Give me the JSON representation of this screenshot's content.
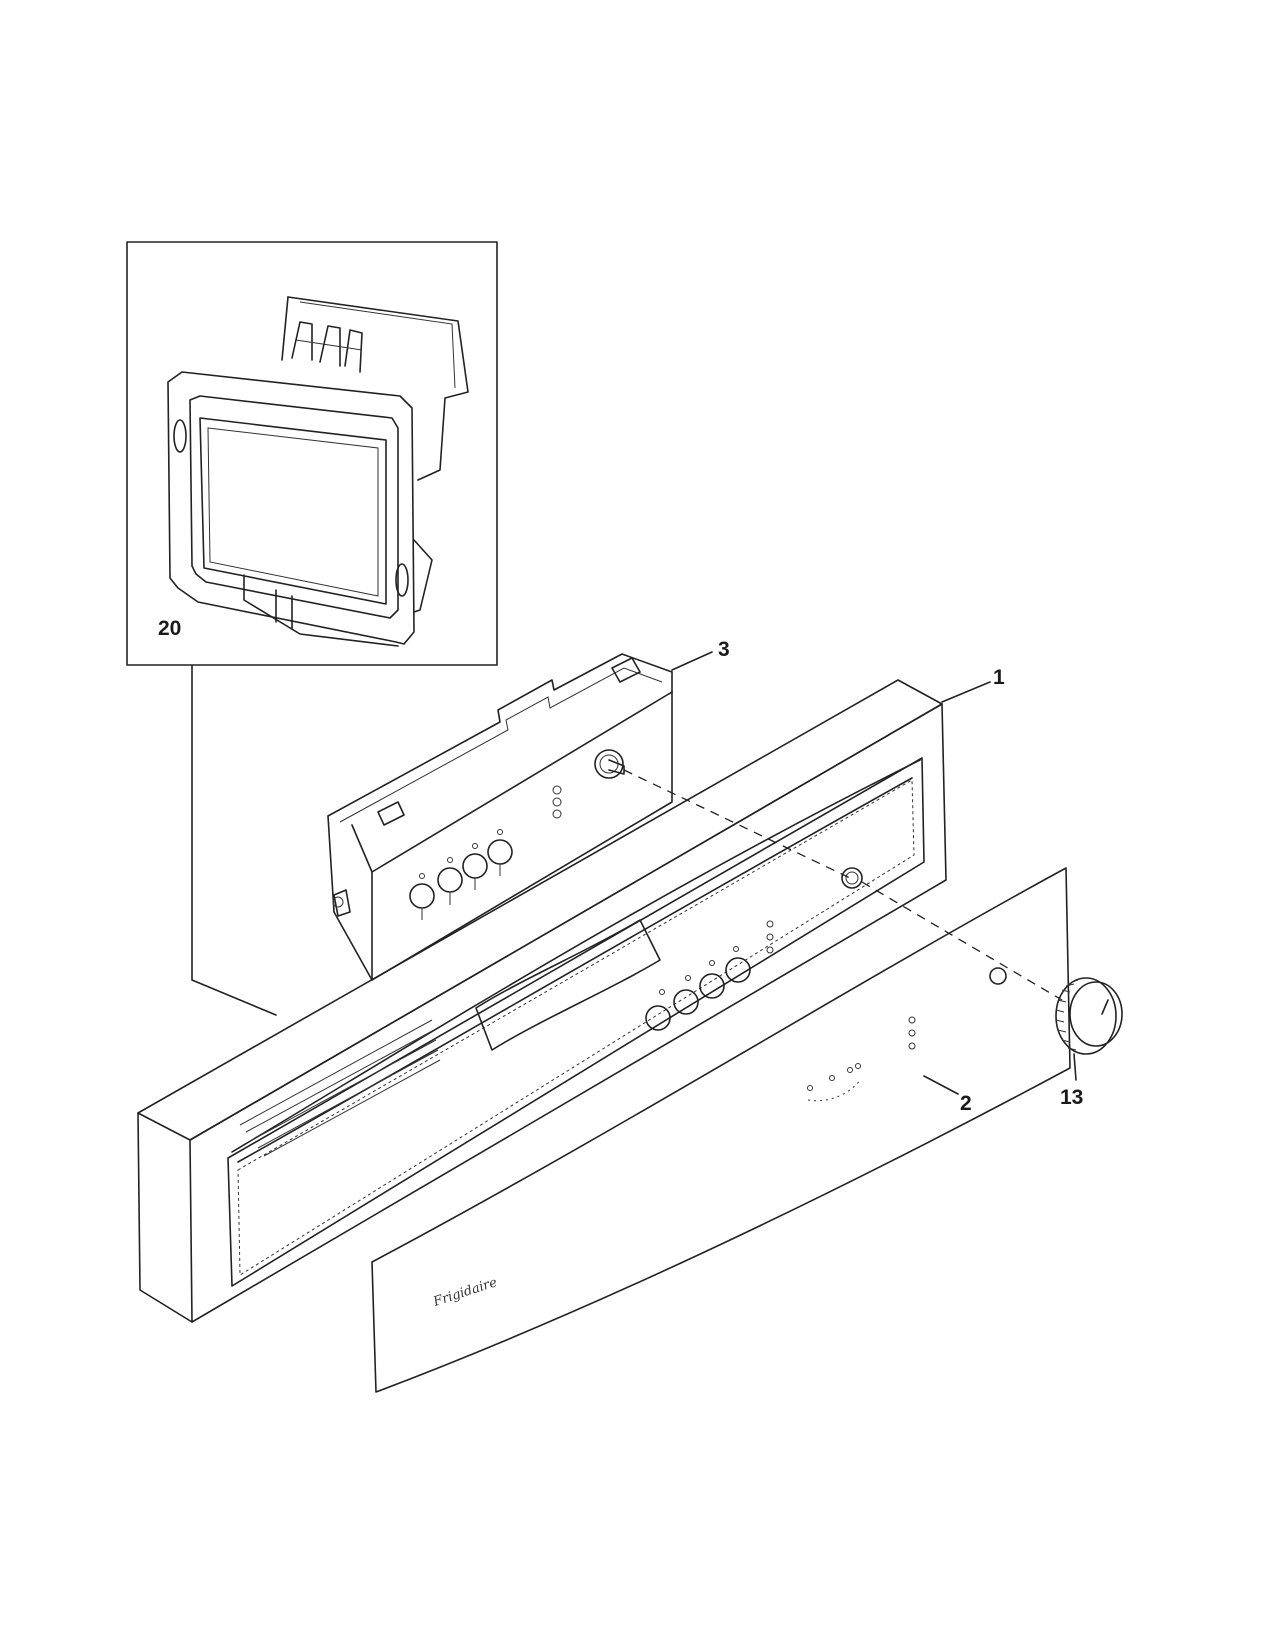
{
  "callouts": {
    "part_20": "20",
    "part_3": "3",
    "part_1": "1",
    "part_2": "2",
    "part_13": "13"
  },
  "brand_logo": "Frigidaire"
}
